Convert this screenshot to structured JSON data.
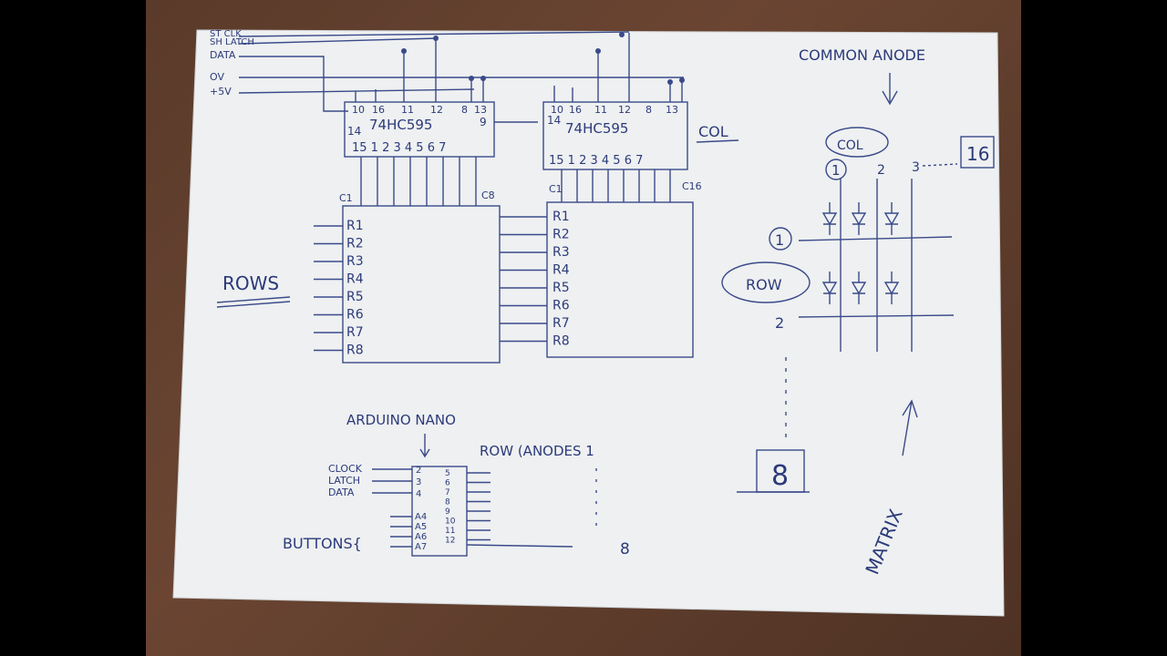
{
  "signals": {
    "stclk": "ST CLK",
    "shlatch": "SH LATCH",
    "data": "DATA",
    "ov": "OV",
    "v5": "+5V"
  },
  "sr1": {
    "name": "74HC595",
    "top_pins": [
      "10",
      "16",
      "11",
      "12",
      "8",
      "13"
    ],
    "pin14": "14",
    "pin9": "9",
    "bottom_pins": "15 1 2 3 4 5 6 7",
    "c_start": "C1",
    "c_end": "C8"
  },
  "sr2": {
    "name": "74HC595",
    "top_pins": [
      "10",
      "16",
      "11",
      "12",
      "8",
      "13"
    ],
    "pin14": "14",
    "bottom_pins": "15 1 2 3 4 5 6 7",
    "c_start": "C1",
    "c_end": "C16"
  },
  "col_label": "COL",
  "rows_label": "ROWS",
  "row_pins": [
    "R1",
    "R2",
    "R3",
    "R4",
    "R5",
    "R6",
    "R7",
    "R8"
  ],
  "arduino": {
    "title": "ARDUINO NANO",
    "left_labels": [
      "CLOCK",
      "LATCH",
      "DATA"
    ],
    "left_pins": [
      "2",
      "3",
      "4"
    ],
    "analog_pins": [
      "A4",
      "A5",
      "A6",
      "A7"
    ],
    "right_pins": [
      "5",
      "6",
      "7",
      "8",
      "9",
      "10",
      "11",
      "12"
    ],
    "buttons": "BUTTONS{",
    "row_anodes": "ROW (ANODES 1",
    "eight": "8"
  },
  "matrix": {
    "common": "COMMON ANODE",
    "col": "COL",
    "col_nums": [
      "1",
      "2",
      "3"
    ],
    "col_last": "16",
    "row": "ROW",
    "row_nums": [
      "1",
      "2"
    ],
    "box_num": "8",
    "label": "MATRIX"
  }
}
